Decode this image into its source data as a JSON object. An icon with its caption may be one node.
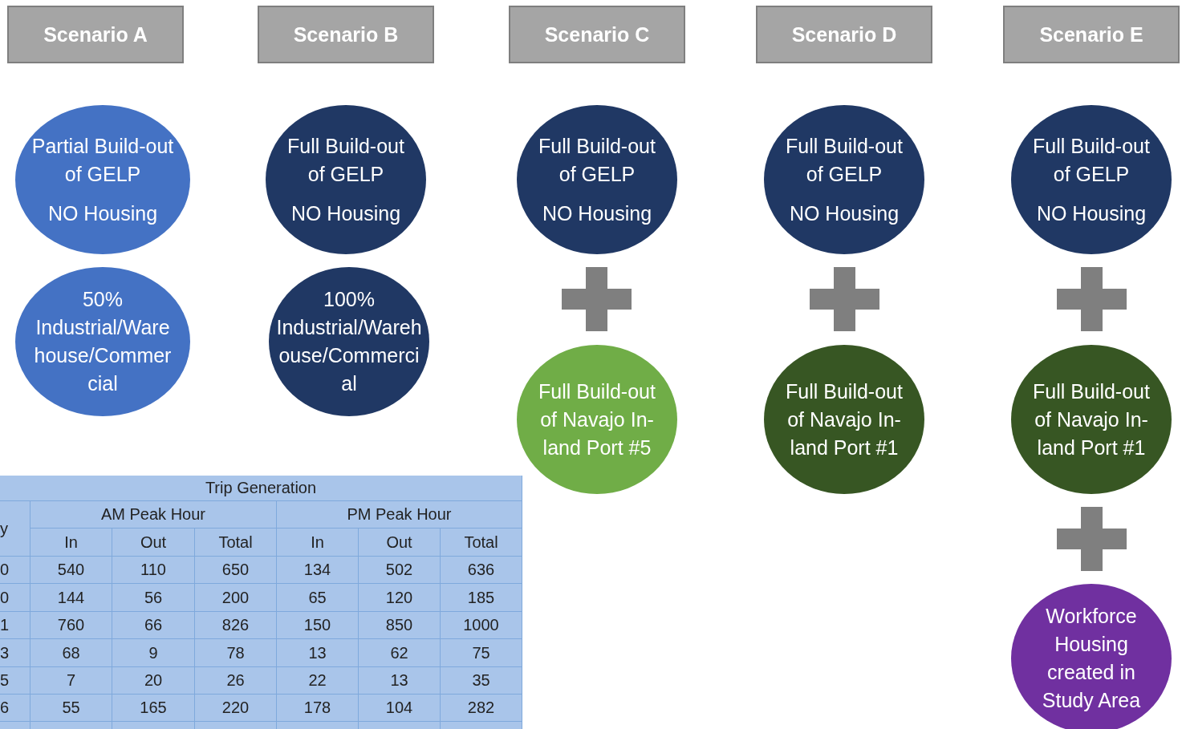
{
  "diagram": {
    "nodes": [
      {
        "text": [
          "Scenario A"
        ]
      },
      {
        "text": [
          "Partial Build-out of GELP",
          "NO Housing"
        ]
      },
      {
        "text": [
          "50% Industrial/Warehouse/Commercial"
        ]
      },
      {
        "text": [
          "Scenario B"
        ]
      },
      {
        "text": [
          "Full Build-out of GELP",
          "NO Housing"
        ]
      },
      {
        "text": [
          "100% Industrial/Warehouse/Commercial"
        ]
      },
      {
        "text": [
          "Scenario C"
        ]
      },
      {
        "text": [
          "Full Build-out of GELP",
          "NO Housing"
        ]
      },
      {
        "text": [],
        "shape": "plus"
      },
      {
        "text": [
          "Full Build-out of Navajo In-land Port #5"
        ]
      },
      {
        "text": [
          "Scenario D"
        ]
      },
      {
        "text": [
          "Full Build-out of GELP",
          "NO Housing"
        ]
      },
      {
        "text": [],
        "shape": "plus"
      },
      {
        "text": [
          "Full Build-out of Navajo In-land Port #1"
        ]
      },
      {
        "text": [
          "Scenario E"
        ]
      },
      {
        "text": [
          "Full Build-out of GELP",
          "NO Housing"
        ]
      },
      {
        "text": [],
        "shape": "plus"
      },
      {
        "text": [
          "Full Build-out of Navajo In-land Port #1"
        ]
      },
      {
        "text": [],
        "shape": "plus"
      },
      {
        "text": [
          "Workforce Housing created in Study Area"
        ]
      }
    ],
    "labels": [
      "Trip Generation",
      "y",
      "AM Peak Hour",
      "PM Peak Hour",
      "In",
      "Out",
      "Total",
      "In",
      "Out",
      "Total",
      "0",
      "540",
      "110",
      "650",
      "134",
      "502",
      "636",
      "0",
      "144",
      "56",
      "200",
      "65",
      "120",
      "185",
      "1",
      "760",
      "66",
      "826",
      "150",
      "850",
      "1000",
      "3",
      "68",
      "9",
      "78",
      "13",
      "62",
      "75",
      "5",
      "7",
      "20",
      "26",
      "22",
      "13",
      "35",
      "6",
      "55",
      "165",
      "220",
      "178",
      "104",
      "282"
    ]
  }
}
